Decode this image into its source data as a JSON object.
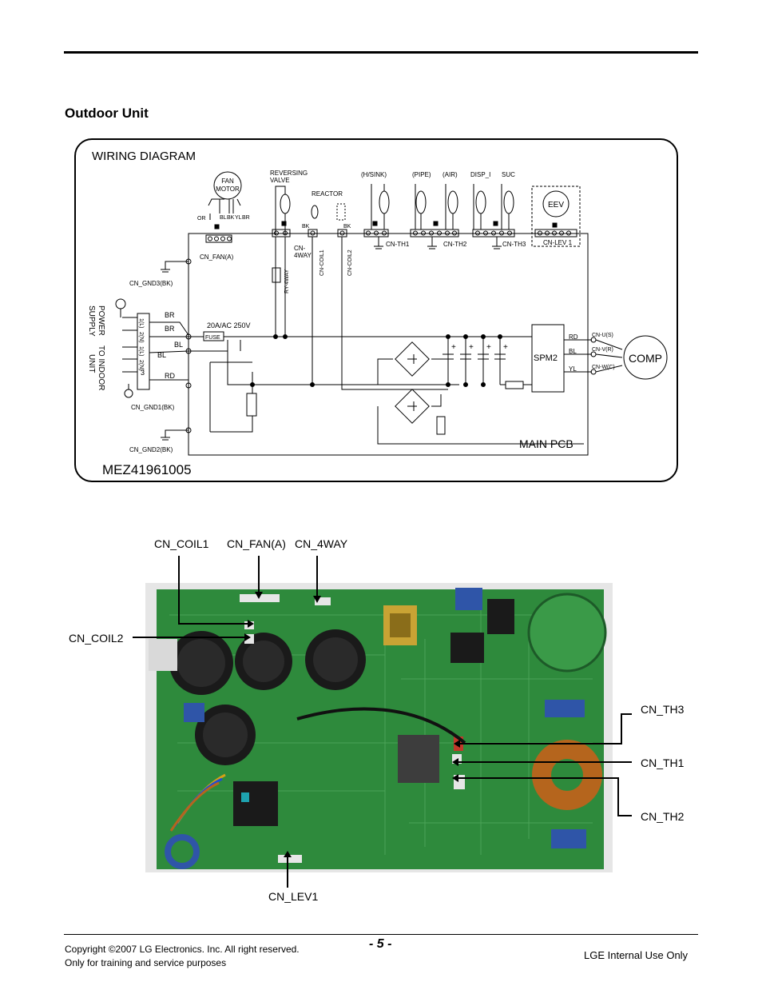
{
  "section_title": "Outdoor Unit",
  "diagram": {
    "title": "WIRING DIAGRAM",
    "model_code": "MEZ41961005",
    "main_pcb_label": "MAIN PCB",
    "fan_motor": "FAN\nMOTOR",
    "fan_motor_l1": "FAN",
    "fan_motor_l2": "MOTOR",
    "fan_wires": [
      "OR",
      "BL",
      "BK",
      "YL",
      "BR"
    ],
    "reversing_valve_l1": "REVERSING",
    "reversing_valve_l2": "VALVE",
    "reactor": "REACTOR",
    "bk": "BK",
    "sensor_heads": [
      "(H/SINK)",
      "(PIPE)",
      "(AIR)",
      "DISP_I",
      "SUC"
    ],
    "eev": "EEV",
    "connectors": {
      "cn_fan_a": "CN_FAN(A)",
      "cn_4way_l1": "CN-",
      "cn_4way_l2": "4WAY",
      "cn_coil1": "CN-COIL1",
      "cn_coil2": "CN-COIL2",
      "ry_4way": "RY-4WAY",
      "cn_th1": "CN-TH1",
      "cn_th2": "CN-TH2",
      "cn_th3": "CN-TH3",
      "cn_lev1": "CN-LEV 1",
      "cn_gnd3": "CN_GND3(BK)",
      "cn_gnd1": "CN_GND1(BK)",
      "cn_gnd2": "CN_GND2(BK)"
    },
    "power_supply_l1": "POWER",
    "power_supply_l2": "SUPPLY",
    "to_indoor_l1": "TO INDOOR",
    "to_indoor_l2": "UNIT",
    "terminal_labels": [
      "1(L)",
      "2(N)",
      "1(L)",
      "2(N)",
      "3"
    ],
    "wire_colors": [
      "BR",
      "BR",
      "BL",
      "RD",
      "BL"
    ],
    "fuse_rating": "20A/AC 250V",
    "fuse": "FUSE",
    "spm2": "SPM2",
    "comp": "COMP",
    "comp_wires": [
      "RD",
      "BL",
      "YL"
    ],
    "comp_terminals": [
      "CN-U(S)",
      "CN-V(R)",
      "CN-W(C)"
    ],
    "plus": "+"
  },
  "photo_callouts": {
    "cn_coil1": "CN_COIL1",
    "cn_fan_a": "CN_FAN(A)",
    "cn_4way": "CN_4WAY",
    "cn_coil2": "CN_COIL2",
    "cn_th3": "CN_TH3",
    "cn_th1": "CN_TH1",
    "cn_th2": "CN_TH2",
    "cn_lev1": "CN_LEV1"
  },
  "footer": {
    "copyright": "Copyright ©2007 LG Electronics. Inc. All right reserved.",
    "training": "Only for training and service purposes",
    "page": "- 5 -",
    "internal": "LGE Internal Use Only"
  },
  "colors": {
    "pcb_green": "#2e8a3c",
    "pcb_dark": "#1d5a28",
    "capacitor_black": "#1a1a1a",
    "coil_copper": "#b5651d",
    "relay_blue": "#2f55a8"
  }
}
